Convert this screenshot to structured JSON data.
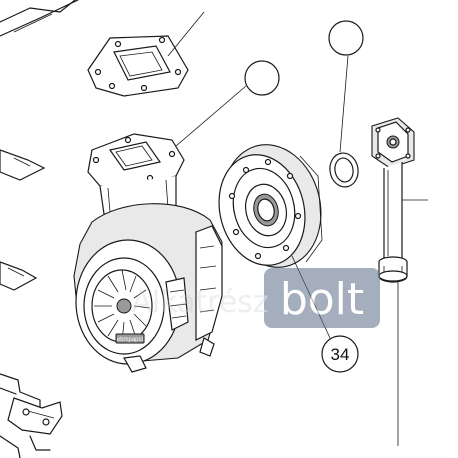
{
  "diagram": {
    "callouts": [
      {
        "id": "gasket-top",
        "label": ""
      },
      {
        "id": "gasket-mid",
        "label": ""
      },
      {
        "id": "oring",
        "label": ""
      },
      {
        "id": "venturi",
        "label": "34"
      }
    ],
    "fan_logo": "ebmpapst",
    "watermark": {
      "prefix": "Alkatrész",
      "suffix": "bolt"
    }
  }
}
